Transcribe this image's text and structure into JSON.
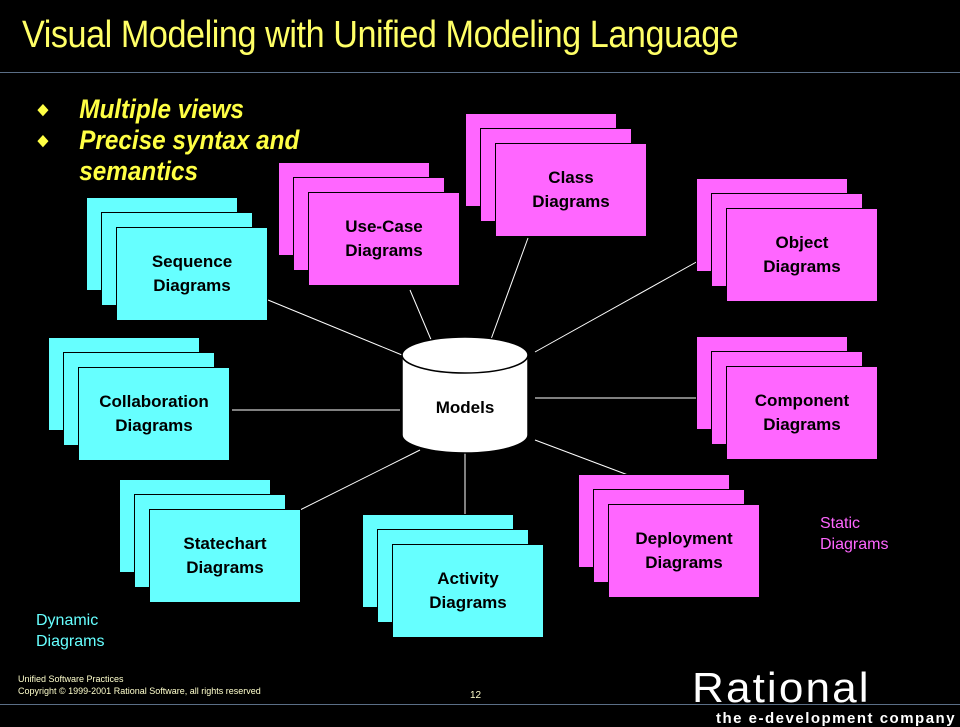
{
  "title": "Visual Modeling with Unified Modeling Language",
  "bullets": [
    "Multiple views",
    "Precise syntax and semantics"
  ],
  "bullet_icon": "diamond-bullet-icon",
  "center": {
    "label": "Models",
    "shape": "cylinder"
  },
  "diagrams": {
    "use_case": {
      "label": "Use-Case Diagrams",
      "kind": "static"
    },
    "class": {
      "label": "Class Diagrams",
      "kind": "static"
    },
    "object": {
      "label": "Object Diagrams",
      "kind": "static"
    },
    "component": {
      "label": "Component Diagrams",
      "kind": "static"
    },
    "deployment": {
      "label": "Deployment Diagrams",
      "kind": "static"
    },
    "sequence": {
      "label": "Sequence Diagrams",
      "kind": "dynamic"
    },
    "collaboration": {
      "label": "Collaboration Diagrams",
      "kind": "dynamic"
    },
    "statechart": {
      "label": "Statechart Diagrams",
      "kind": "dynamic"
    },
    "activity": {
      "label": "Activity Diagrams",
      "kind": "dynamic"
    }
  },
  "legend": {
    "static": "Static Diagrams",
    "dynamic": "Dynamic Diagrams"
  },
  "colors": {
    "static": "#ff66ff",
    "dynamic": "#66ffff",
    "title": "#ffff66",
    "background": "#000000"
  },
  "footer": {
    "line1": "Unified Software Practices",
    "line2": "Copyright © 1999-2001 Rational Software, all rights reserved",
    "page": "12"
  },
  "logo": {
    "word": "Rational",
    "tagline": "the e-development company"
  }
}
